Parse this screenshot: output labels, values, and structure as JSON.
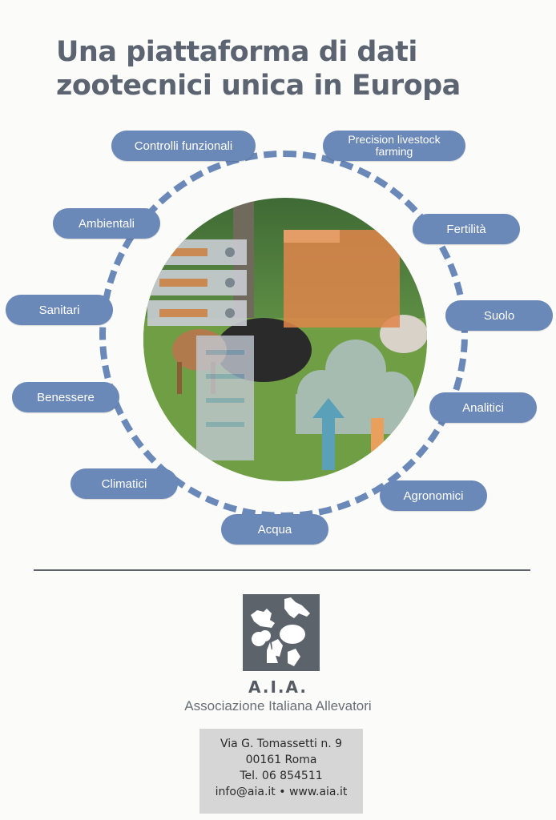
{
  "title": {
    "line1": "Una piattaforma di dati",
    "line2": "zootecnici unica in Europa"
  },
  "colors": {
    "accent": "#6a88b8",
    "title_text": "#5b6470",
    "divider": "#5e636a",
    "logo_bg": "#5d636b",
    "address_bg": "#d6d6d6"
  },
  "categories": {
    "controlli_funzionali": "Controlli funzionali",
    "precision_livestock": "Precision livestock farming",
    "ambientali": "Ambientali",
    "fertilita": "Fertilità",
    "sanitari": "Sanitari",
    "suolo": "Suolo",
    "benessere": "Benessere",
    "analitici": "Analitici",
    "climatici": "Climatici",
    "agronomici": "Agronomici",
    "acqua": "Acqua"
  },
  "illustration": {
    "icons": [
      "server-icon",
      "database-icon",
      "document-icon",
      "cloud-icon",
      "upload-arrow-icon",
      "download-arrow-icon"
    ]
  },
  "organization": {
    "abbr": "A.I.A.",
    "name": "Associazione Italiana Allevatori",
    "logo_icon": "farm-animals-logo-icon"
  },
  "contact": {
    "street": "Via G. Tomassetti n. 9",
    "city": "00161 Roma",
    "phone": "Tel. 06 854511",
    "web": "info@aia.it • www.aia.it"
  }
}
